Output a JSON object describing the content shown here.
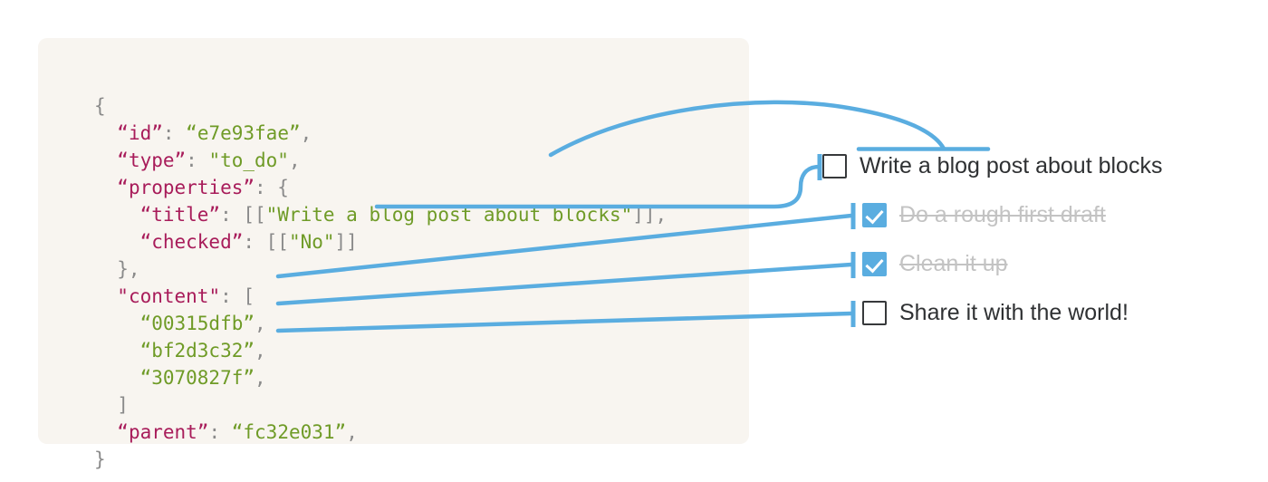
{
  "panel": {
    "background": "#f8f5f0",
    "code_lines": [
      [
        {
          "t": "{",
          "c": "p"
        }
      ],
      [
        {
          "t": "  ",
          "c": "p"
        },
        {
          "t": "“id”",
          "c": "k"
        },
        {
          "t": ": ",
          "c": "p"
        },
        {
          "t": "“e7e93fae”",
          "c": "s"
        },
        {
          "t": ",",
          "c": "p"
        }
      ],
      [
        {
          "t": "  ",
          "c": "p"
        },
        {
          "t": "“type”",
          "c": "k"
        },
        {
          "t": ": ",
          "c": "p"
        },
        {
          "t": "\"to_do\"",
          "c": "s"
        },
        {
          "t": ",",
          "c": "p"
        }
      ],
      [
        {
          "t": "  ",
          "c": "p"
        },
        {
          "t": "“properties”",
          "c": "k"
        },
        {
          "t": ": {",
          "c": "p"
        }
      ],
      [
        {
          "t": "    ",
          "c": "p"
        },
        {
          "t": "“title”",
          "c": "k"
        },
        {
          "t": ": [[",
          "c": "p"
        },
        {
          "t": "\"Write a blog post about blocks\"",
          "c": "s"
        },
        {
          "t": "]],",
          "c": "p"
        }
      ],
      [
        {
          "t": "    ",
          "c": "p"
        },
        {
          "t": "“checked”",
          "c": "k"
        },
        {
          "t": ": [[",
          "c": "p"
        },
        {
          "t": "\"No\"",
          "c": "s"
        },
        {
          "t": "]]",
          "c": "p"
        }
      ],
      [
        {
          "t": "  },",
          "c": "p"
        }
      ],
      [
        {
          "t": "  ",
          "c": "p"
        },
        {
          "t": "\"content\"",
          "c": "k"
        },
        {
          "t": ": [",
          "c": "p"
        }
      ],
      [
        {
          "t": "    ",
          "c": "p"
        },
        {
          "t": "“00315dfb”",
          "c": "s"
        },
        {
          "t": ",",
          "c": "p"
        }
      ],
      [
        {
          "t": "    ",
          "c": "p"
        },
        {
          "t": "“bf2d3c32”",
          "c": "s"
        },
        {
          "t": ",",
          "c": "p"
        }
      ],
      [
        {
          "t": "    ",
          "c": "p"
        },
        {
          "t": "“3070827f”",
          "c": "s"
        },
        {
          "t": ",",
          "c": "p"
        }
      ],
      [
        {
          "t": "  ]",
          "c": "p"
        }
      ],
      [
        {
          "t": "  ",
          "c": "p"
        },
        {
          "t": "“parent”",
          "c": "k"
        },
        {
          "t": ": ",
          "c": "p"
        },
        {
          "t": "“fc32e031”",
          "c": "s"
        },
        {
          "t": ",",
          "c": "p"
        }
      ],
      [
        {
          "t": "}",
          "c": "p"
        }
      ]
    ]
  },
  "todo": {
    "accent_color": "#5aade0",
    "text_color": "#2f3133",
    "done_text_color": "#c3c3c3",
    "items": [
      {
        "label": "Write a blog post about blocks",
        "checked": false
      },
      {
        "label": "Do a rough first draft",
        "checked": true
      },
      {
        "label": "Clean it up",
        "checked": true
      },
      {
        "label": "Share it with the world!",
        "checked": false
      }
    ]
  },
  "connectors": {
    "color": "#5aade0",
    "stroke_width": 4.5,
    "notes": [
      "arc from title string up and over to underline beneath first item label",
      "s-curve from checked value into first checkbox",
      "three straight lines from content ids to items 2, 3 and 4"
    ]
  }
}
